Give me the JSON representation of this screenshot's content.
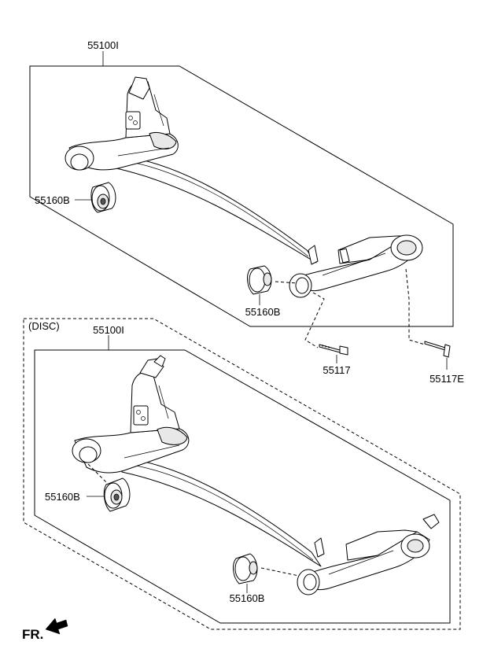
{
  "labels": {
    "assembly_top": "55100I",
    "bushing_top_left": "55160B",
    "bushing_top_right": "55160B",
    "bolt_a": "55117",
    "bolt_b": "55117E",
    "disc_variant": "(DISC)",
    "assembly_bottom": "55100I",
    "bushing_bottom_left": "55160B",
    "bushing_bottom_right": "55160B",
    "front_marker": "FR."
  },
  "icons": {
    "front_arrow": "arrow-front-left-icon"
  }
}
